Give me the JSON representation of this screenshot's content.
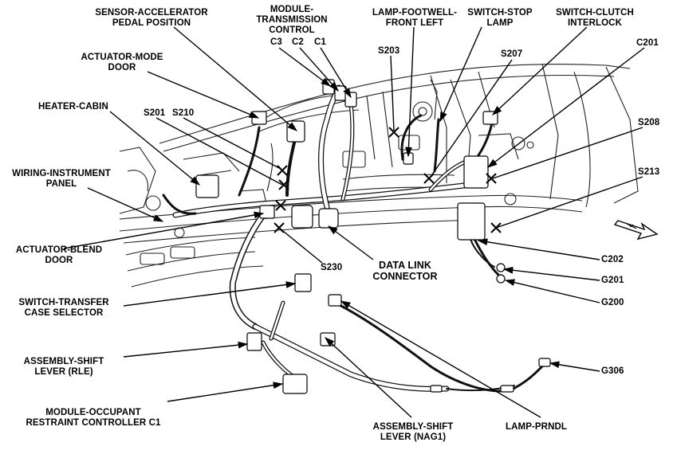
{
  "labels": {
    "sensor_accel": [
      "SENSOR-ACCELERATOR",
      "PEDAL POSITION"
    ],
    "module_trans": [
      "MODULE-",
      "TRANSMISSION",
      "CONTROL"
    ],
    "c3": "C3",
    "c2": "C2",
    "c1": "C1",
    "lamp_footwell": [
      "LAMP-FOOTWELL-",
      "FRONT LEFT"
    ],
    "switch_stop": [
      "SWITCH-STOP",
      "LAMP"
    ],
    "switch_clutch": [
      "SWITCH-CLUTCH",
      "INTERLOCK"
    ],
    "actuator_mode": [
      "ACTUATOR-MODE",
      "DOOR"
    ],
    "s203": "S203",
    "s207": "S207",
    "c201": "C201",
    "heater_cabin": "HEATER-CABIN",
    "s201": "S201",
    "s210": "S210",
    "s208": "S208",
    "wiring_ip": [
      "WIRING-INSTRUMENT",
      "PANEL"
    ],
    "s213": "S213",
    "actuator_blend": [
      "ACTUATOR-BLEND",
      "DOOR"
    ],
    "s230": "S230",
    "data_link": [
      "DATA LINK",
      "CONNECTOR"
    ],
    "c202": "C202",
    "g201": "G201",
    "g200": "G200",
    "switch_transfer": [
      "SWITCH-TRANSFER",
      "CASE SELECTOR"
    ],
    "assembly_shift_rle": [
      "ASSEMBLY-SHIFT",
      "LEVER (RLE)"
    ],
    "g306": "G306",
    "module_occupant": [
      "MODULE-OCCUPANT",
      "RESTRAINT CONTROLLER C1"
    ],
    "assembly_shift_nag1": [
      "ASSEMBLY-SHIFT",
      "LEVER (NAG1)"
    ],
    "lamp_prndl": "LAMP-PRNDL"
  }
}
